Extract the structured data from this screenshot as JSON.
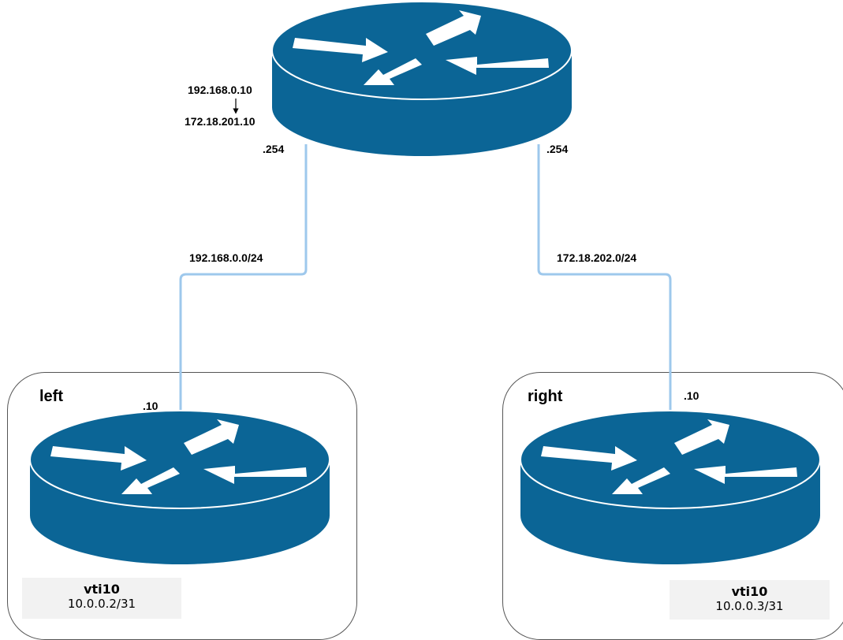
{
  "core": {
    "nat_from": "192.168.0.10",
    "nat_to": "172.18.201.10",
    "left_port": ".254",
    "right_port": ".254"
  },
  "links": {
    "left_net": "192.168.0.0/24",
    "right_net": "172.18.202.0/24"
  },
  "sites": {
    "left": {
      "name": "left",
      "port": ".10",
      "iface_name": "vti10",
      "iface_addr": "10.0.0.2/31"
    },
    "right": {
      "name": "right",
      "port": ".10",
      "iface_name": "vti10",
      "iface_addr": "10.0.0.3/31"
    }
  },
  "colors": {
    "router": "#0b6596",
    "router_top": "#0a6492",
    "link": "#9ec8ec",
    "border": "#555555"
  },
  "icons": [
    "router-icon",
    "arrow-down-icon"
  ]
}
